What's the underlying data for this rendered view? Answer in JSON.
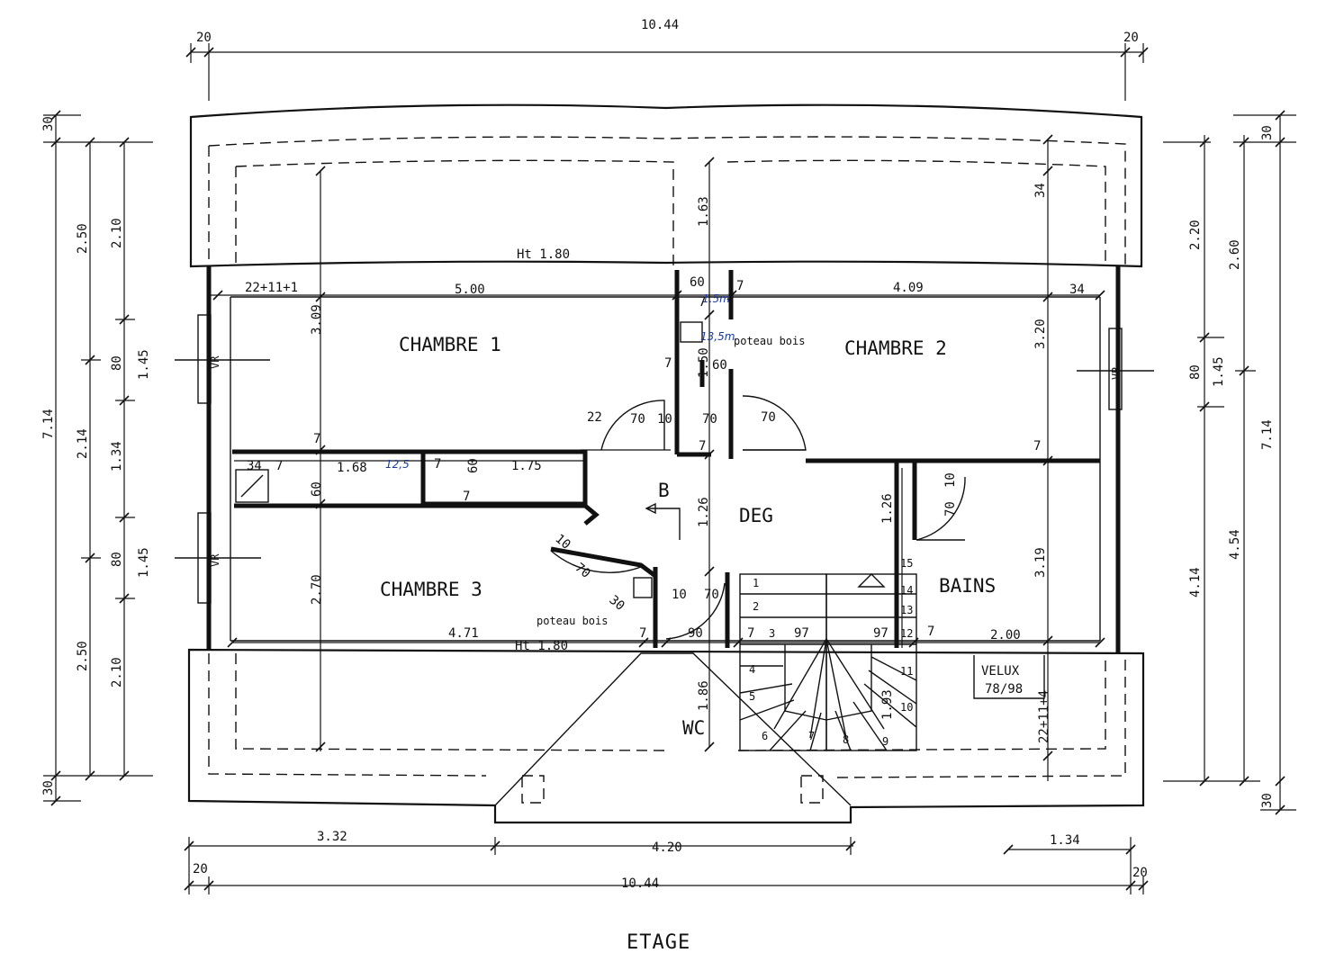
{
  "title": "ETAGE",
  "rooms": {
    "chambre1": "CHAMBRE 1",
    "chambre2": "CHAMBRE 2",
    "chambre3": "CHAMBRE 3",
    "deg": "DEG",
    "bains": "BAINS",
    "wc": "WC"
  },
  "labels": {
    "ht_top": "Ht 1.80",
    "ht_bottom": "Ht 1.80",
    "velux_1": "VELUX",
    "velux_2": "78/98",
    "poteau_bois_top": "poteau bois",
    "poteau_bois_bottom": "poteau bois",
    "vr_left_top": "VR",
    "vr_left_bottom": "VR",
    "vr_right": "VR",
    "b_marker": "B",
    "hand_1": "1.5m",
    "hand_2": "13,5m",
    "hand_3": "12,5"
  },
  "dims": {
    "top_total": "10.44",
    "top_left_20": "20",
    "top_right_20": "20",
    "bottom_332": "3.32",
    "bottom_420": "4.20",
    "bottom_134": "1.34",
    "bottom_total": "10.44",
    "bottom_left_20": "20",
    "bottom_right_20": "20",
    "c1_width": "5.00",
    "c1_height": "3.09",
    "c2_width": "4.09",
    "c2_height": "3.20",
    "c3_width": "4.71",
    "c3_height": "2.70",
    "bains_width": "2.00",
    "bains_height": "3.19",
    "deg_height": "1.26",
    "bains_126": "1.26",
    "stair_193": "1.93",
    "wc_186": "1.86",
    "top_163": "1.63",
    "mid_150": "1.50",
    "d_22_11_1": "22+11+1",
    "d_22_11_4": "22+11+4",
    "d_34_a": "34",
    "d_34_b": "34",
    "d_34_c": "34",
    "d_60_a": "60",
    "d_60_b": "60",
    "d_60_c": "60",
    "d_60_d": "60",
    "d_7_a": "7",
    "d_7_b": "7",
    "d_7_c": "7",
    "d_7_d": "7",
    "d_7_e": "7",
    "d_7_f": "7",
    "d_7_g": "7",
    "d_7_h": "7",
    "d_7_i": "7",
    "d_7_j": "7",
    "d_7_k": "7",
    "d_7_l": "7",
    "d_168": "1.68",
    "d_175": "1.75",
    "d_22": "22",
    "d_70_a": "70",
    "d_70_b": "70",
    "d_70_c": "70",
    "d_70_d": "70",
    "d_70_e": "70",
    "d_70_f": "70",
    "d_10_a": "10",
    "d_10_b": "10",
    "d_10_c": "10",
    "d_10_d": "10",
    "d_30": "30",
    "d_90": "90",
    "d_97_a": "97",
    "d_97_b": "97"
  },
  "left_dims": {
    "outer_714": "7.14",
    "outer_30_top": "30",
    "outer_30_bottom": "30",
    "mid_250_top": "2.50",
    "mid_214": "2.14",
    "mid_250_bottom": "2.50",
    "inner_210_top": "2.10",
    "inner_80_top": "80",
    "inner_134": "1.34",
    "inner_80_bottom": "80",
    "inner_210_bottom": "2.10",
    "win_145_top": "1.45",
    "win_145_bottom": "1.45"
  },
  "right_dims": {
    "outer_714": "7.14",
    "outer_30_top": "30",
    "outer_30_bottom": "30",
    "mid_260": "2.60",
    "mid_454": "4.54",
    "inner_220": "2.20",
    "inner_80": "80",
    "inner_414": "4.14",
    "win_145": "1.45"
  },
  "stairs": [
    "1",
    "2",
    "3",
    "4",
    "5",
    "6",
    "7",
    "8",
    "9",
    "10",
    "11",
    "12",
    "13",
    "14",
    "15"
  ]
}
